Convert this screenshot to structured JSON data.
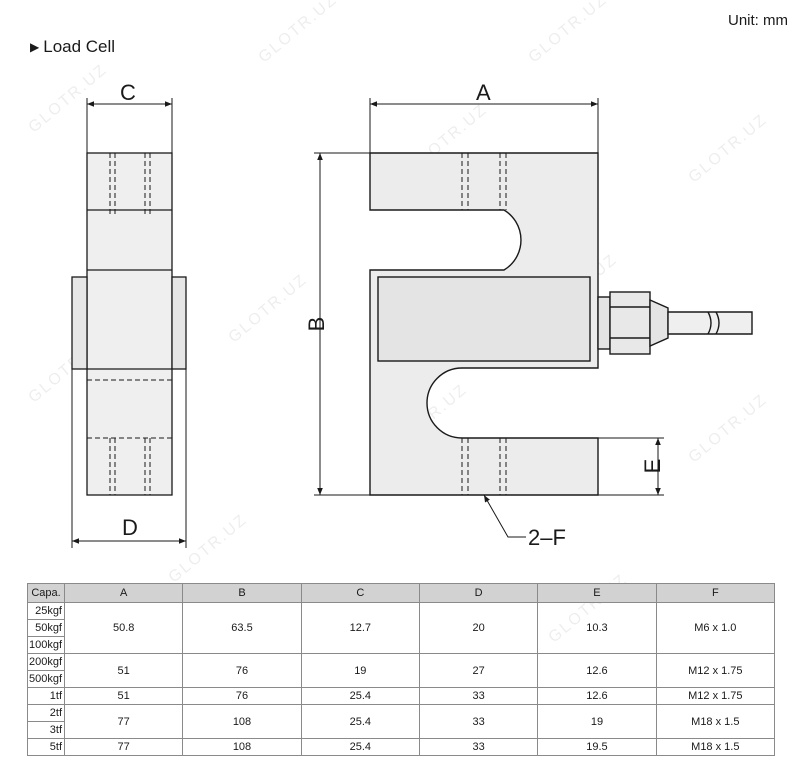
{
  "unit": "Unit: mm",
  "title": "Load Cell",
  "labels": {
    "A": "A",
    "B": "B",
    "C": "C",
    "D": "D",
    "E": "E",
    "F": "2–F"
  },
  "watermark": "GLOTR.UZ",
  "table": {
    "headers": [
      "Capa.",
      "A",
      "B",
      "C",
      "D",
      "E",
      "F"
    ],
    "groups": [
      {
        "capacities": [
          "25kgf",
          "50kgf",
          "100kgf"
        ],
        "A": "50.8",
        "B": "63.5",
        "C": "12.7",
        "D": "20",
        "E": "10.3",
        "F": "M6 x 1.0"
      },
      {
        "capacities": [
          "200kgf",
          "500kgf"
        ],
        "A": "51",
        "B": "76",
        "C": "19",
        "D": "27",
        "E": "12.6",
        "F": "M12 x 1.75"
      },
      {
        "capacities": [
          "1tf"
        ],
        "A": "51",
        "B": "76",
        "C": "25.4",
        "D": "33",
        "E": "12.6",
        "F": "M12 x 1.75"
      },
      {
        "capacities": [
          "2tf",
          "3tf"
        ],
        "A": "77",
        "B": "108",
        "C": "25.4",
        "D": "33",
        "E": "19",
        "F": "M18 x 1.5"
      },
      {
        "capacities": [
          "5tf"
        ],
        "A": "77",
        "B": "108",
        "C": "25.4",
        "D": "33",
        "E": "19.5",
        "F": "M18 x 1.5"
      }
    ]
  }
}
